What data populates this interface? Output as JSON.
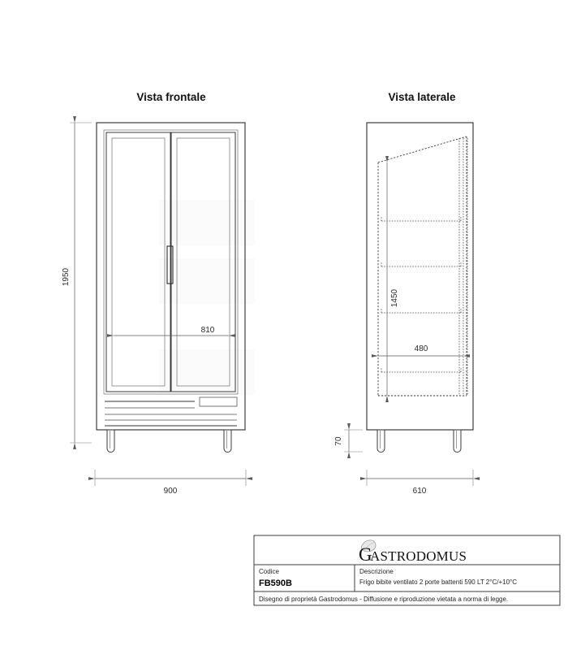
{
  "document": {
    "kind": "technical-drawing",
    "background": "#ffffff"
  },
  "views": {
    "front": {
      "title": "Vista frontale",
      "dimensions": {
        "height": "1950",
        "door_width": "810",
        "total_width": "900"
      }
    },
    "side": {
      "title": "Vista laterale",
      "dimensions": {
        "interior_height": "1450",
        "interior_depth": "480",
        "feet_height": "70",
        "total_depth": "610"
      }
    }
  },
  "title_block": {
    "logo": {
      "initial": "G",
      "rest": "ASTRODOMUS",
      "full": "Gastrodomus",
      "ornament": "leaf-icon"
    },
    "code_label": "Codice",
    "code_value": "FB590B",
    "description_label": "Descrizione",
    "description_value": "Frigo bibite ventilato 2 porte battenti 590 LT 2°C/+10°C",
    "footer": "Disegno di proprietà Gastrodomus -  Diffusione e riproduzione vietata a norma di legge."
  },
  "colors": {
    "line": "#3a3a3a",
    "dimension": "#5a5a5a",
    "grille": "#9a9a9a",
    "text": "#1a1a1a"
  }
}
